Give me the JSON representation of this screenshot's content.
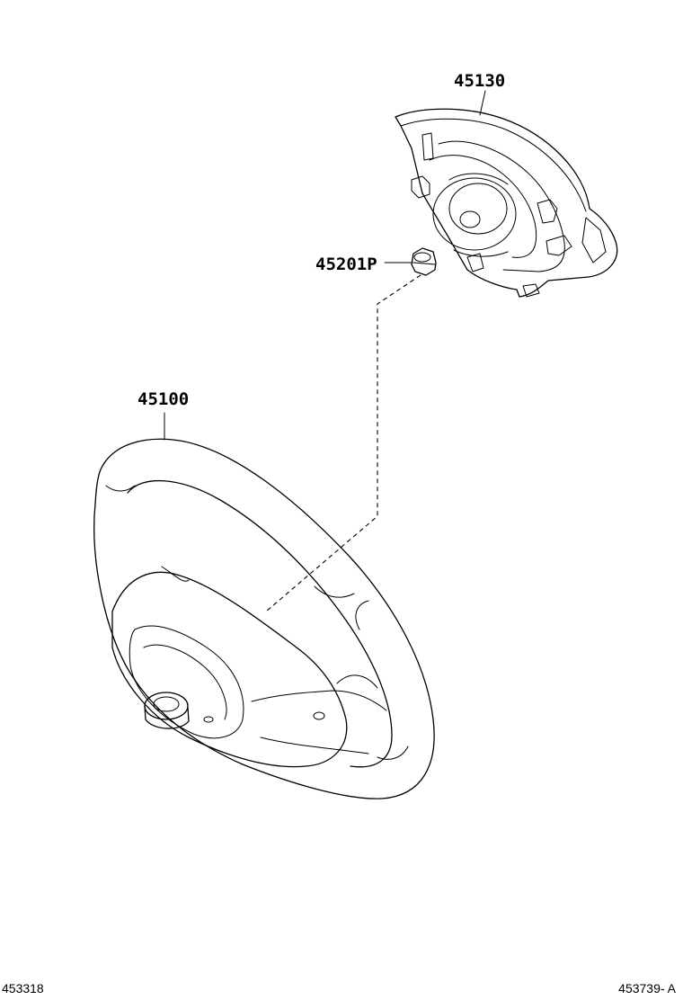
{
  "parts": {
    "horn_pad": {
      "number": "45130"
    },
    "nut": {
      "number": "45201P"
    },
    "steering_wheel": {
      "number": "45100"
    }
  },
  "footer": {
    "left_code": "453318",
    "right_code": "453739- A"
  },
  "colors": {
    "ink": "#000000",
    "paper": "#ffffff"
  }
}
